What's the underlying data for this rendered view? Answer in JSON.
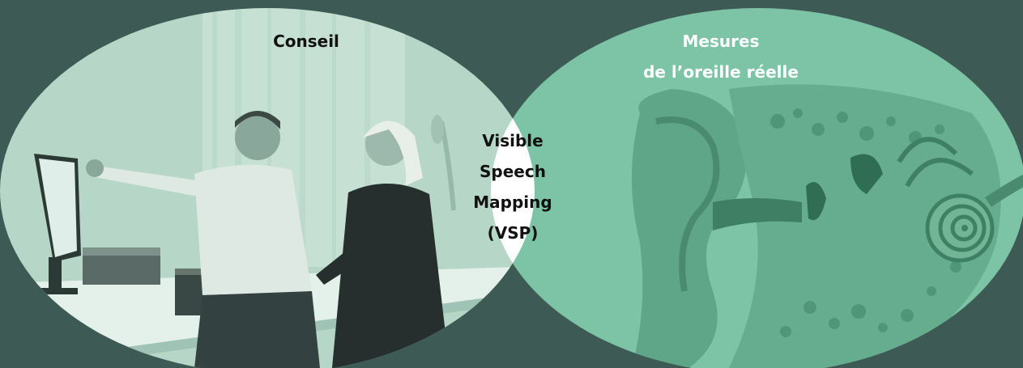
{
  "colors": {
    "background": "#3e5a55",
    "left_ellipse": "#b7d8c9",
    "right_ellipse": "#7dc5a6",
    "intersection": "#ffffff",
    "label_dark": "#111111",
    "label_light": "#ffffff"
  },
  "diagram": {
    "left_label": "Conseil",
    "right_label_line1": "Mesures",
    "right_label_line2": "de l’oreille réelle",
    "center_line1": "Visible",
    "center_line2": "Speech",
    "center_line3": "Mapping",
    "center_line4": "(VSP)"
  },
  "images": {
    "left": "photo-consultation-two-people-computer",
    "right": "ear-anatomy-illustration"
  }
}
